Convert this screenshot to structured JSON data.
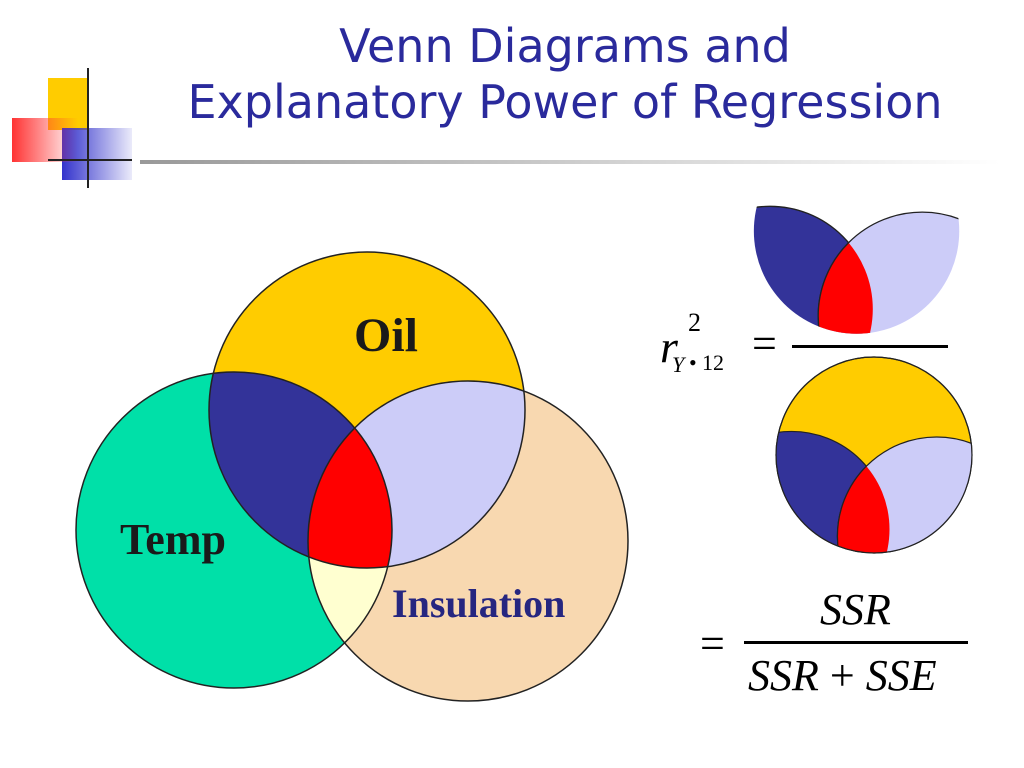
{
  "title": {
    "line1": "Venn Diagrams and",
    "line2": "Explanatory Power of Regression"
  },
  "venn": {
    "labels": {
      "oil": "Oil",
      "temp": "Temp",
      "insulation": "Insulation"
    },
    "colors": {
      "oil": "#ffcc00",
      "temp": "#00e0a8",
      "insulation": "#f8d8b0",
      "oil_temp": "#333399",
      "oil_insulation": "#ccccf8",
      "all_three": "#ff0000",
      "temp_insulation": "#ffffd0"
    }
  },
  "formula": {
    "r": "r",
    "superscript": "2",
    "subscript_y": "Y",
    "subscript_bullet": "•",
    "subscript_12": "12",
    "equals": "=",
    "numerator": "SSR",
    "denominator_a": "SSR",
    "plus": "+",
    "denominator_b": "SSE"
  }
}
